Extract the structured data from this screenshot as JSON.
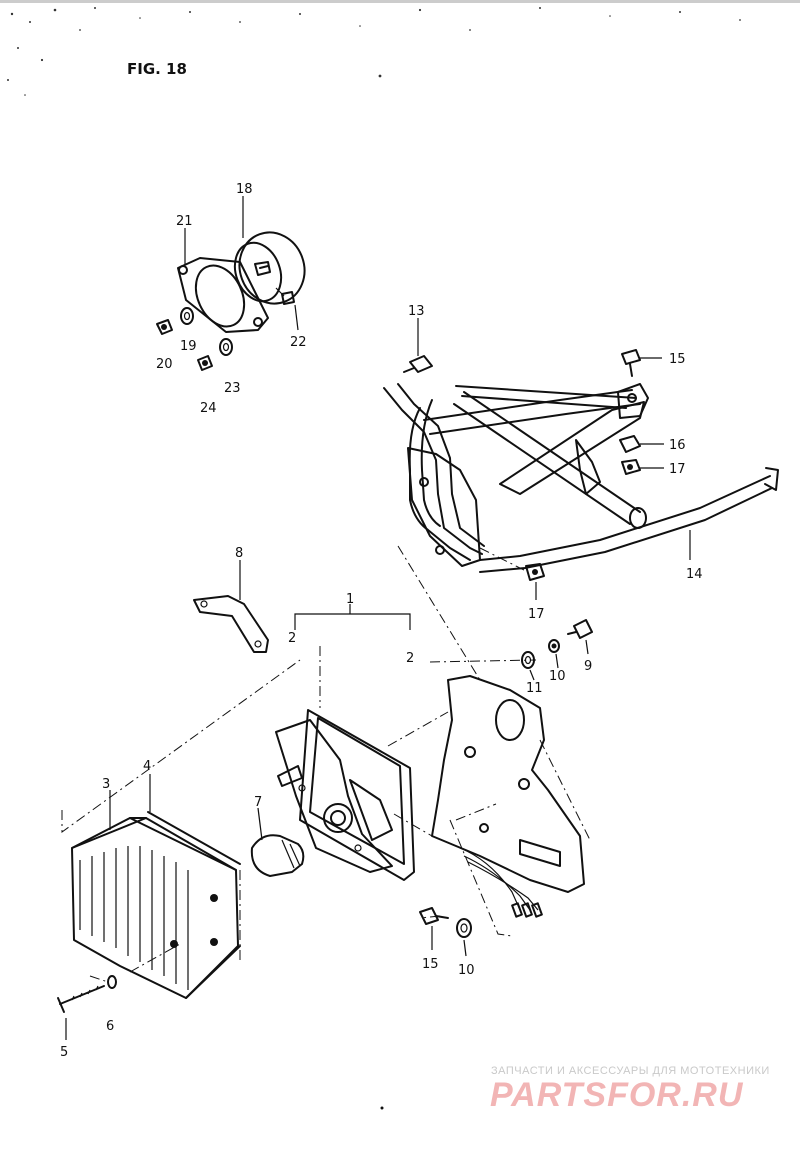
{
  "figure": {
    "title": "FIG. 18"
  },
  "callouts": {
    "c1": "1",
    "c2a": "2",
    "c2b": "2",
    "c3": "3",
    "c4": "4",
    "c5": "5",
    "c6": "6",
    "c7": "7",
    "c8": "8",
    "c9": "9",
    "c10a": "10",
    "c10b": "10",
    "c11": "11",
    "c13": "13",
    "c14": "14",
    "c15a": "15",
    "c15b": "15",
    "c16": "16",
    "c17a": "17",
    "c17b": "17",
    "c18": "18",
    "c19": "19",
    "c20": "20",
    "c21": "21",
    "c22": "22",
    "c23": "23",
    "c24": "24"
  },
  "watermark": {
    "tagline": "ЗАПЧАСТИ И АКСЕССУАРЫ ДЛЯ МОТОТЕХНИКИ",
    "logo": "PARTSFOR.RU"
  },
  "colors": {
    "ink": "#111111",
    "paper": "#ffffff",
    "watermark_logo": "#f2b5b5",
    "watermark_text": "#c9c9c9"
  }
}
